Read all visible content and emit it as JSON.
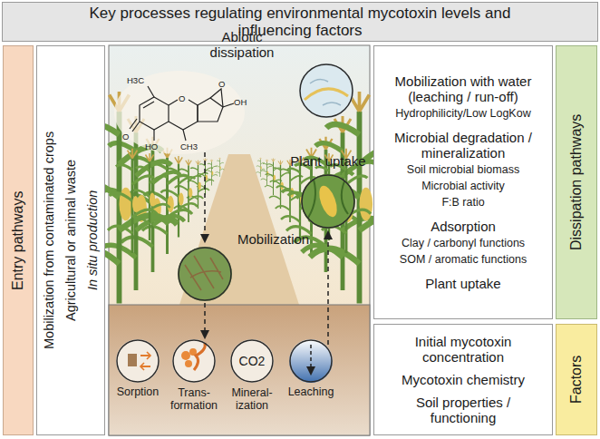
{
  "diagram": {
    "title": "Key processes regulating environmental mycotoxin levels and influencing factors",
    "nodes": [
      {
        "text": [
          "Key processes regulating environmental mycotoxin levels and influencing factors"
        ]
      },
      {
        "text": [
          "Entry pathways"
        ]
      },
      {
        "text": [
          "Mobilization from contaminated crops",
          "Agricultural or animal waste",
          "In situ production"
        ]
      },
      {
        "text": [
          "Abiotic dissipation"
        ]
      },
      {
        "text": [
          "Plant uptake"
        ]
      },
      {
        "text": [
          "Mobilization"
        ]
      },
      {
        "text": [
          "Sorption"
        ]
      },
      {
        "text": [
          "Trans- formation"
        ]
      },
      {
        "text": [
          "CO2",
          "Mineral- ization"
        ]
      },
      {
        "text": [
          "Leaching"
        ]
      },
      {
        "text": [
          "Mobilization with water (leaching / run-off)",
          "Hydrophilicity/Low LogKow",
          "Microbial degradation / mineralization",
          "Soil microbial biomass",
          "Microbial activity",
          "F:B ratio",
          "Adsorption",
          "Clay / carbonyl functions",
          "SOM / aromatic functions",
          "Plant uptake"
        ]
      },
      {
        "text": [
          "Dissipation pathways"
        ]
      },
      {
        "text": [
          "Initial mycotoxin concentration",
          "Mycotoxin chemistry",
          "Soil properties / functioning"
        ]
      },
      {
        "text": [
          "Factors"
        ]
      }
    ],
    "labels": [
      "H3C",
      "O",
      "O",
      "O",
      "OH",
      "HO",
      "CH3"
    ]
  }
}
